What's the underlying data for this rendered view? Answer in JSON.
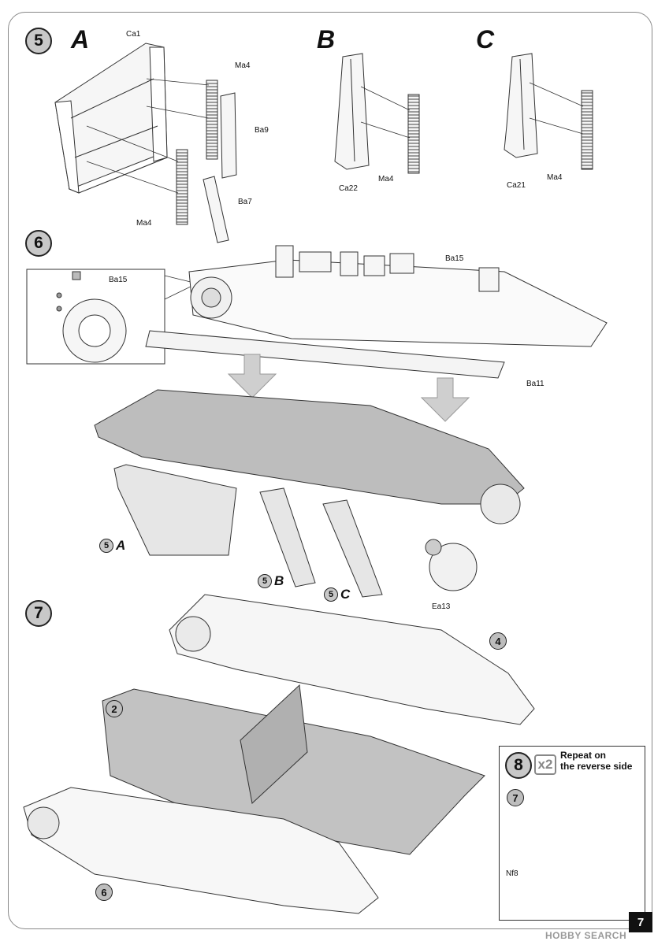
{
  "page_number": "7",
  "watermark": "HOBBY SEARCH",
  "steps": {
    "s5": {
      "number": "5",
      "variants": [
        "A",
        "B",
        "C"
      ]
    },
    "s6": {
      "number": "6"
    },
    "s7": {
      "number": "7"
    },
    "s8": {
      "number": "8",
      "multiplier": "x2",
      "note_line1": "Repeat on",
      "note_line2": "the reverse side"
    }
  },
  "callouts": {
    "ca1": "Ca1",
    "ma4_a1": "Ma4",
    "ba9": "Ba9",
    "ba7": "Ba7",
    "ma4_a2": "Ma4",
    "ca22": "Ca22",
    "ma4_b": "Ma4",
    "ma4_c": "Ma4",
    "ca21": "Ca21",
    "ba15_detail": "Ba15",
    "ba15": "Ba15",
    "ba11": "Ba11",
    "ea13": "Ea13",
    "nf8": "Nf8"
  },
  "references": {
    "r5a": {
      "step": "5",
      "letter": "A"
    },
    "r5b": {
      "step": "5",
      "letter": "B"
    },
    "r5c": {
      "step": "5",
      "letter": "C"
    },
    "r4": "4",
    "r2": "2",
    "r6": "6",
    "r7": "7"
  }
}
